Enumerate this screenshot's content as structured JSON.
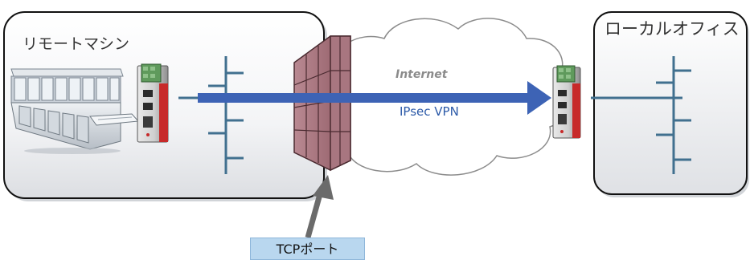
{
  "remote_site": {
    "label": "リモートマシン"
  },
  "office_site": {
    "label": "ローカルオフィス"
  },
  "internet": {
    "label": "Internet"
  },
  "vpn": {
    "label": "IPsec VPN"
  },
  "firewall": {
    "port_label": "TCPポート"
  },
  "colors": {
    "vpn_arrow": "#3d63b5",
    "network_line": "#41708f",
    "firewall": "#a06a73",
    "tcp_badge": "#b9d7ef",
    "router_accent": "#c72a2a"
  },
  "icons": [
    "industrial-machine-icon",
    "router-icon",
    "firewall-icon",
    "cloud-icon",
    "network-bus-icon"
  ]
}
